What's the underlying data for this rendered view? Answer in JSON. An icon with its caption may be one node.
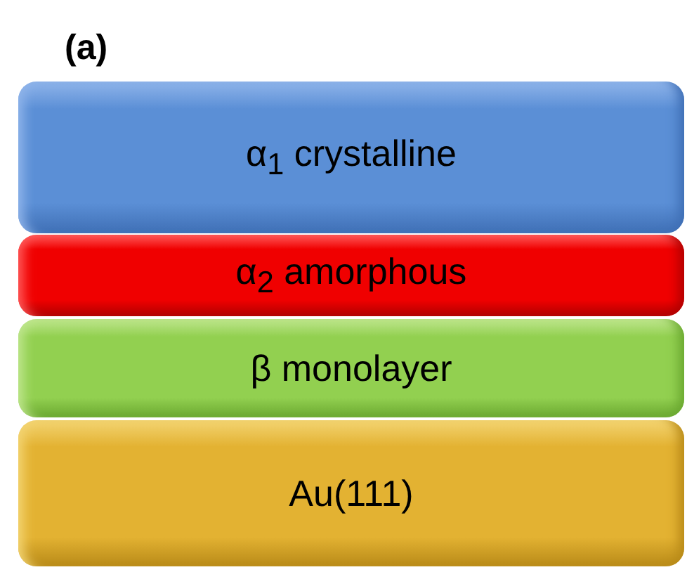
{
  "diagram": {
    "nodes": [
      {
        "text": [
          "α$_{1}$ crystalline"
        ]
      },
      {
        "text": [
          "α$_{2}$ amorphous"
        ]
      },
      {
        "text": [
          "β monolayer"
        ]
      },
      {
        "text": [
          "Au(111)"
        ]
      }
    ],
    "labels": [
      "(a)"
    ]
  }
}
